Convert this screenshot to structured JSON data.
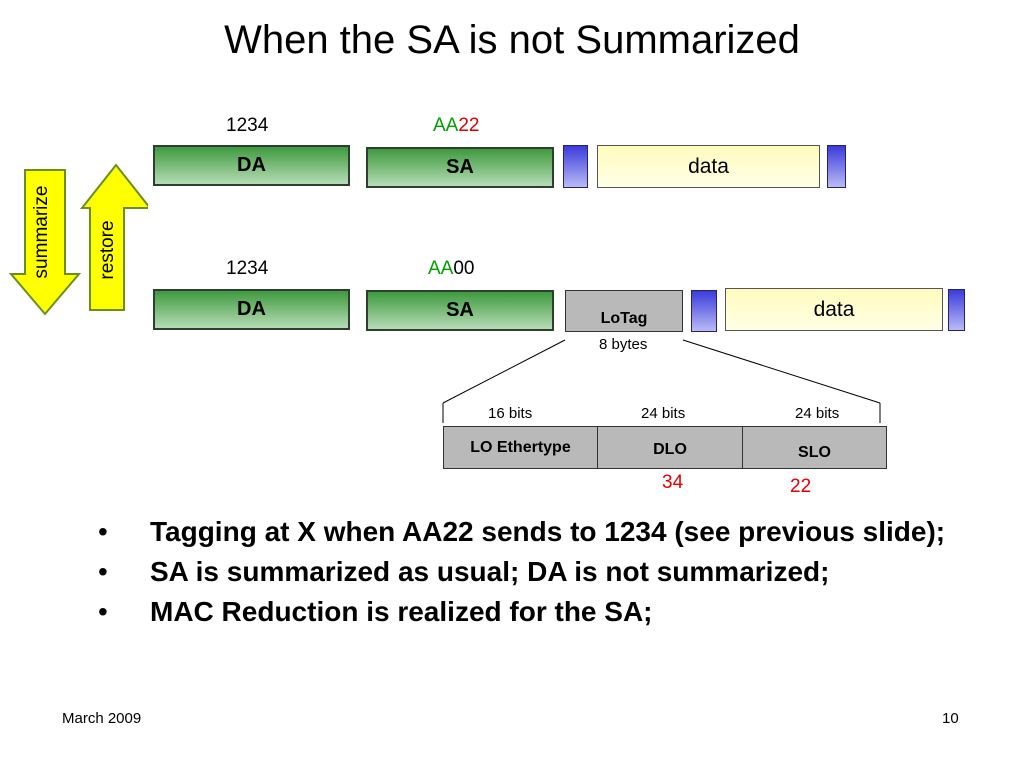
{
  "title": "When the SA is not Summarized",
  "arrows": {
    "summarize": "summarize",
    "restore": "restore"
  },
  "row1": {
    "da_addr": "1234",
    "sa_addr_prefix": "AA",
    "sa_addr_suffix": "22",
    "da_label": "DA",
    "sa_label": "SA",
    "data_label": "data"
  },
  "row2": {
    "da_addr": "1234",
    "sa_addr_prefix": "AA",
    "sa_addr_suffix": "00",
    "da_label": "DA",
    "sa_label": "SA",
    "lotag_label": "LoTag",
    "lotag_size": "8 bytes",
    "data_label": "data"
  },
  "lotag_detail": {
    "fields": [
      {
        "bits": "16 bits",
        "label": "LO Ethertype",
        "value": ""
      },
      {
        "bits": "24 bits",
        "label": "DLO",
        "value": "34"
      },
      {
        "bits": "24 bits",
        "label": "SLO",
        "value": "22"
      }
    ]
  },
  "bullets": [
    "Tagging at X when AA22 sends to 1234 (see previous slide);",
    "SA is summarized as usual; DA is not summarized;",
    "MAC Reduction is realized for the SA;"
  ],
  "footer": {
    "date": "March 2009",
    "page": "10"
  },
  "colors": {
    "green_box": "#3f9a3f",
    "blue_box": "#3b3bdc",
    "yellow_box": "#fffbbd",
    "gray_box": "#b9b9b9",
    "red_text": "#e00000",
    "green_text": "#00a000",
    "arrow_yellow": "#ffff00",
    "arrow_border": "#6b8e23"
  }
}
